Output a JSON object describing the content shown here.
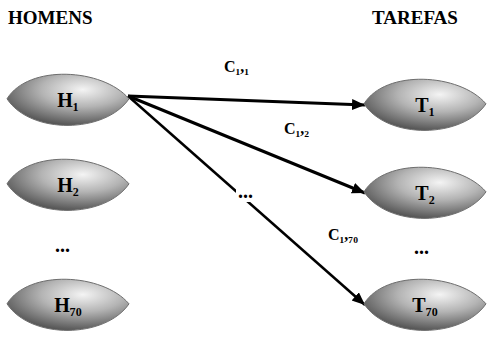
{
  "diagram": {
    "nodes": [
      {
        "text": [
          "H₁"
        ]
      },
      {
        "text": [
          "T₁"
        ]
      },
      {
        "text": [
          "H₂"
        ]
      },
      {
        "text": [
          "T₂"
        ]
      },
      {
        "text": [
          "H₇₀"
        ]
      },
      {
        "text": [
          "T₇₀"
        ]
      }
    ],
    "edges": [
      {
        "from": 0,
        "to": 1,
        "arrow": "to",
        "label": "C₁,₁"
      },
      {
        "from": 0,
        "to": 3,
        "arrow": "to",
        "label": "C₁,₂"
      },
      {
        "from": 0,
        "to": 5,
        "arrow": "to",
        "label": "C₁,₇₀"
      }
    ],
    "labels": [
      "HOMENS",
      "TAREFAS",
      "...",
      "...",
      "..."
    ]
  }
}
